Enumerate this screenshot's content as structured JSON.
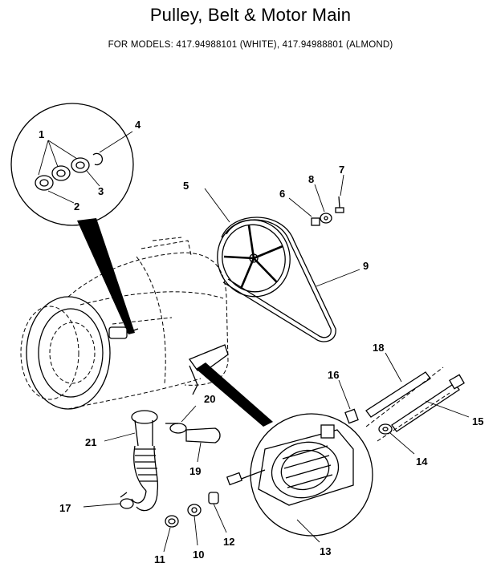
{
  "header": {
    "title": "Pulley, Belt & Motor Main",
    "subtitle": "FOR MODELS: 417.94988101 (WHITE), 417.94988801 (ALMOND)"
  },
  "callouts": {
    "c1": "1",
    "c2": "2",
    "c3": "3",
    "c4": "4",
    "c5": "5",
    "c6": "6",
    "c7": "7",
    "c8": "8",
    "c9": "9",
    "c10": "10",
    "c11": "11",
    "c12": "12",
    "c13": "13",
    "c14": "14",
    "c15": "15",
    "c16": "16",
    "c17": "17",
    "c18": "18",
    "c19": "19",
    "c20": "20",
    "c21": "21"
  }
}
